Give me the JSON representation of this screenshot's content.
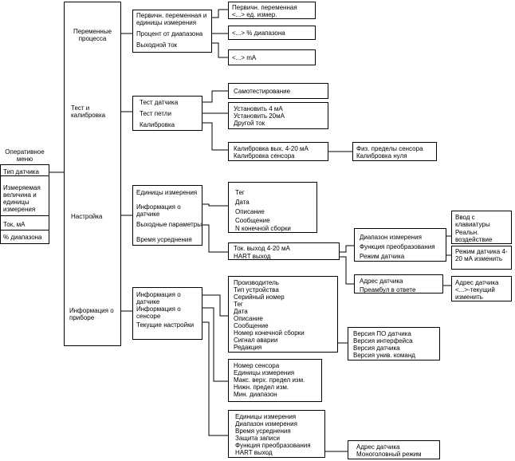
{
  "col0": {
    "title": "Оперативное меню",
    "items": [
      "Тип датчика",
      "Измеряемая величина и единицы измерения",
      "Ток, мА",
      "% диапазона"
    ]
  },
  "col1": {
    "items": [
      "Переменные процесса",
      "Тест и калибровка",
      "Настройка",
      "Информация о приборе"
    ]
  },
  "process": {
    "items": [
      "Первичн. переменная и единицы измерения",
      "Процент от диапазона",
      "Выходной ток"
    ],
    "out1": [
      "Первичн. переменная",
      "<...> ед. измер."
    ],
    "out2": "<...> % диапазона",
    "out3": "<...> mA"
  },
  "test": {
    "items": [
      "Тест датчика",
      "Тест петли",
      "Калибровка"
    ],
    "selftest": "Самотестирование",
    "loop": [
      "Установить 4 мА",
      "Установить 20мА",
      "Другой ток"
    ],
    "calib": [
      "Калибровка вых. 4-20 мА",
      "Калибровка сенсора"
    ],
    "phys": [
      "Физ. пределы сенсора",
      "Калибровка нуля"
    ]
  },
  "setup": {
    "items": [
      "Единицы измерения",
      "Информация о датчике",
      "Выходные параметры",
      "Время усреднения"
    ],
    "info": [
      "Тег",
      "Дата",
      "Описание",
      "Сообщение",
      "N конечной сборки"
    ],
    "outputs": [
      "Ток. выход 4-20 мА",
      "HART выход"
    ],
    "range": [
      "Диапазон измерения",
      "Функция преобразования",
      "Режим датчика"
    ],
    "entry": [
      "Ввод с клавиатуры",
      "Реальн. воздействие"
    ],
    "mode": "Режим датчика 4-20 мА изменить",
    "addr": [
      "Адрес датчика",
      "Преамбул в ответе"
    ],
    "addr_change": "Адрес датчика <...>-текущий изменить"
  },
  "device": {
    "items": [
      "Информация о датчике",
      "Информация о сенсоре",
      "Текущие настройки"
    ],
    "info": [
      "Производитель",
      "Тип устройства",
      "Серийный номер",
      "Тег",
      "Дата",
      "Описание",
      "Сообщение",
      "Номер конечной сборки",
      "Сигнал аварии",
      "Редакция"
    ],
    "versions": [
      "Версия ПО датчика",
      "Версия интерфейса",
      "Версия датчика",
      "Версия унив. команд"
    ],
    "sensor": [
      "Номер сенсора",
      "Единицы измерения",
      "Макс. верх. предел изм.",
      "Нижн. предел изм.",
      "Мин. диапазон"
    ],
    "current": [
      "Единицы измерения",
      "Диапазон измерения",
      "Время усреднения",
      "Защита записи",
      "Функция преобразования",
      "HART выход"
    ],
    "hart": [
      "Адрес датчика",
      "Моноголовный режим"
    ]
  }
}
